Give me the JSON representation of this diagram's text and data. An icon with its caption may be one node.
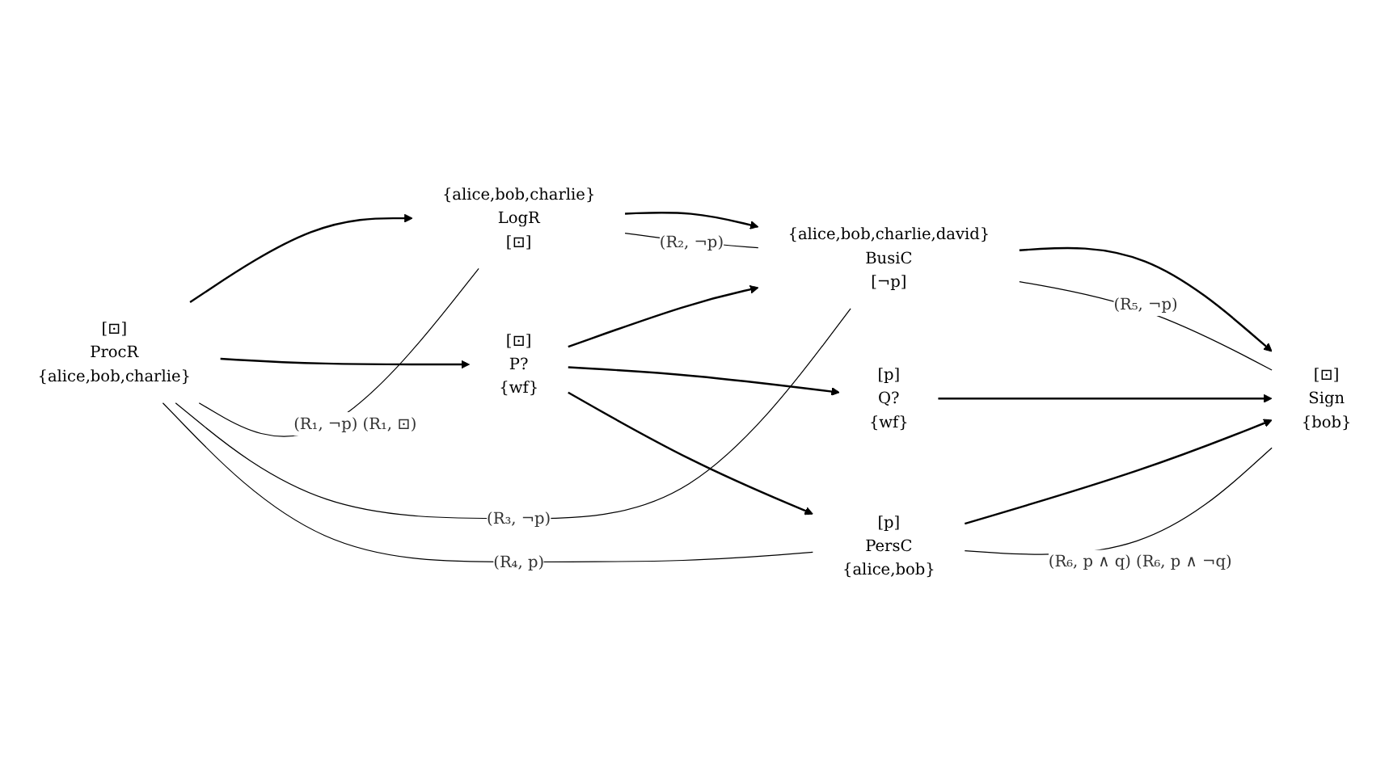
{
  "diagram": {
    "nodes": [
      {
        "text": [
          "[⊡]",
          "ProcR",
          "{alice,bob,charlie}"
        ]
      },
      {
        "text": [
          "{alice,bob,charlie}",
          "LogR",
          "[⊡]"
        ]
      },
      {
        "text": [
          "{alice,bob,charlie,david}",
          "BusiC",
          "[¬p]"
        ]
      },
      {
        "text": [
          "[⊡]",
          "P?",
          "{wf}"
        ]
      },
      {
        "text": [
          "[p]",
          "Q?",
          "{wf}"
        ]
      },
      {
        "text": [
          "[⊡]",
          "Sign",
          "{bob}"
        ]
      },
      {
        "text": [
          "[p]",
          "PersC",
          "{alice,bob}"
        ]
      }
    ],
    "edges": [
      {
        "from": 0,
        "to": 1,
        "arrow": "to"
      },
      {
        "from": 1,
        "to": 2,
        "arrow": "to"
      },
      {
        "from": 0,
        "to": 3,
        "arrow": "to"
      },
      {
        "from": 3,
        "to": 2,
        "arrow": "to"
      },
      {
        "from": 3,
        "to": 4,
        "arrow": "to"
      },
      {
        "from": 4,
        "to": 5,
        "arrow": "to"
      },
      {
        "from": 2,
        "to": 5,
        "arrow": "to"
      },
      {
        "from": 3,
        "to": 6,
        "arrow": "to"
      },
      {
        "from": 6,
        "to": 5,
        "arrow": "to"
      },
      {
        "from": 0,
        "to": 1,
        "arrow": "none",
        "label": "(R₁, ¬p) (R₁, ⊡)"
      },
      {
        "from": 1,
        "to": 2,
        "arrow": "none",
        "label": "(R₂, ¬p)"
      },
      {
        "from": 0,
        "to": 2,
        "arrow": "none",
        "label": "(R₃, ¬p)"
      },
      {
        "from": 0,
        "to": 6,
        "arrow": "none",
        "label": "(R₄, p)"
      },
      {
        "from": 2,
        "to": 5,
        "arrow": "none",
        "label": "(R₅, ¬p)"
      },
      {
        "from": 6,
        "to": 5,
        "arrow": "none",
        "label": "(R₆, p ∧ q) (R₆, p ∧ ¬q)"
      }
    ]
  }
}
